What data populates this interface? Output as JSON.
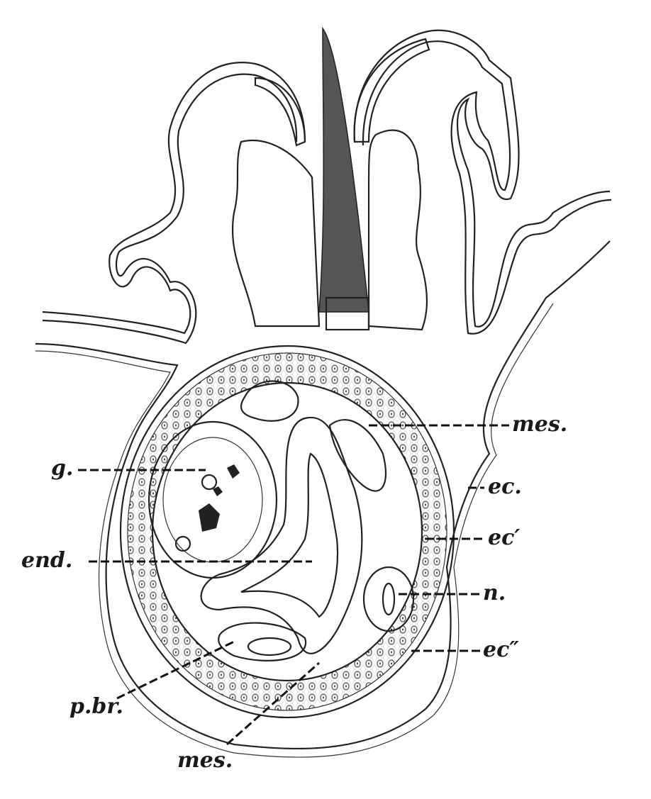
{
  "figure": {
    "labels": {
      "mes_top": "mes.",
      "ec": "ec.",
      "ec_prime": "ec′",
      "n": "n.",
      "ec_double_prime": "ec″",
      "g": "g.",
      "end": "end.",
      "p_br": "p.br.",
      "mes_bottom": "mes."
    }
  }
}
